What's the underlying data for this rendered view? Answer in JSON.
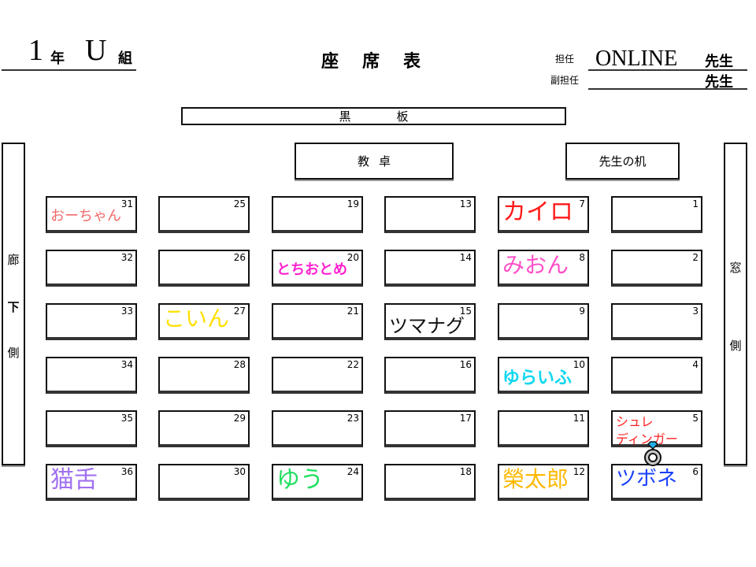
{
  "header": {
    "grade": "1",
    "grade_suffix": "年",
    "class": "U",
    "class_suffix": "組",
    "title": [
      "座",
      "席",
      "表"
    ],
    "homeroom_label": "担任",
    "homeroom_name": "ONLINE",
    "homeroom_suffix": "先生",
    "assistant_label": "副担任",
    "assistant_name": "",
    "assistant_suffix": "先生"
  },
  "room": {
    "blackboard": [
      "黒",
      "板"
    ],
    "lectern": [
      "教",
      "卓"
    ],
    "teacher_desk": "先生の机",
    "corridor_side": [
      "廊",
      "下",
      "側"
    ],
    "window_side": [
      "窓",
      "側"
    ]
  },
  "colors": {
    "o-chan": "#f06a6a",
    "kairo": "#ff1a1a",
    "tochiotome": "#ff20d0",
    "mion": "#ff50c8",
    "koin": "#ffe000",
    "tsumanagu": "#111111",
    "yuraifu": "#10d8f0",
    "schrodinger": "#ff2020",
    "nekojita": "#a070f0",
    "yuu": "#20e060",
    "eitaro": "#ffb800",
    "tsubone": "#1a40ff"
  },
  "seats": [
    {
      "num": "31",
      "name": "おーちゃん",
      "color": "#f06a6a",
      "size": 18
    },
    {
      "num": "25",
      "name": ""
    },
    {
      "num": "19",
      "name": ""
    },
    {
      "num": "13",
      "name": ""
    },
    {
      "num": "7",
      "name": "カイロ",
      "color": "#ff1a1a",
      "size": 30,
      "serif": true
    },
    {
      "num": "1",
      "name": ""
    },
    {
      "num": "32",
      "name": ""
    },
    {
      "num": "26",
      "name": ""
    },
    {
      "num": "20",
      "name": "とちおとめ",
      "color": "#ff20d0",
      "size": 18,
      "bold": true
    },
    {
      "num": "14",
      "name": ""
    },
    {
      "num": "8",
      "name": "みおん",
      "color": "#ff50c8",
      "size": 28
    },
    {
      "num": "2",
      "name": ""
    },
    {
      "num": "33",
      "name": ""
    },
    {
      "num": "27",
      "name": "こいん",
      "color": "#ffe000",
      "size": 28
    },
    {
      "num": "21",
      "name": ""
    },
    {
      "num": "15",
      "name": "ツマナグ",
      "color": "#111111",
      "size": 24,
      "serif": true
    },
    {
      "num": "9",
      "name": ""
    },
    {
      "num": "3",
      "name": ""
    },
    {
      "num": "34",
      "name": ""
    },
    {
      "num": "28",
      "name": ""
    },
    {
      "num": "22",
      "name": ""
    },
    {
      "num": "16",
      "name": ""
    },
    {
      "num": "10",
      "name": "ゆらいふ",
      "color": "#10d8f0",
      "size": 22,
      "bold": true
    },
    {
      "num": "4",
      "name": ""
    },
    {
      "num": "35",
      "name": ""
    },
    {
      "num": "29",
      "name": ""
    },
    {
      "num": "23",
      "name": ""
    },
    {
      "num": "17",
      "name": ""
    },
    {
      "num": "11",
      "name": ""
    },
    {
      "num": "5",
      "name": "シュレ",
      "name2": "ディンガー",
      "color": "#ff2020",
      "size": 16,
      "serif": true
    },
    {
      "num": "36",
      "name": "猫舌",
      "color": "#a070f0",
      "size": 30,
      "serif": true
    },
    {
      "num": "30",
      "name": ""
    },
    {
      "num": "24",
      "name": "ゆう",
      "color": "#20e060",
      "size": 30,
      "serif": true
    },
    {
      "num": "18",
      "name": ""
    },
    {
      "num": "12",
      "name": "榮太郎",
      "color": "#ffb800",
      "size": 28,
      "serif": true
    },
    {
      "num": "6",
      "name": "ツボネ",
      "color": "#1a40ff",
      "size": 26,
      "serif": true
    }
  ],
  "decoration": {
    "icon": "ring-icon",
    "gem_color": "#20b0e8"
  }
}
